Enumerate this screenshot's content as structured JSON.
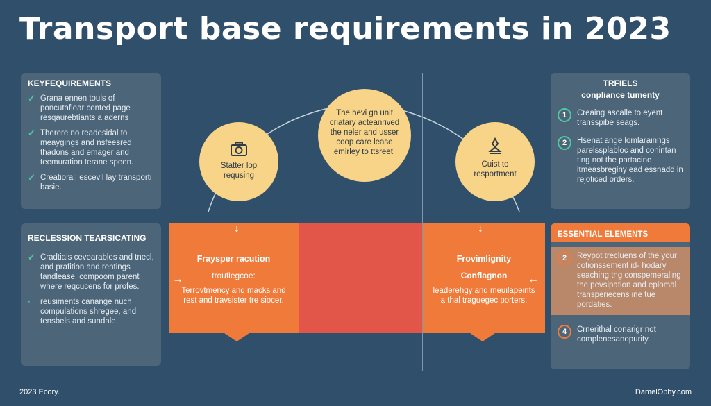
{
  "title": "Transport base requirements in 2023",
  "left_top": {
    "heading": "KEYFEQUIREMENTS",
    "items": [
      "Grana ennen touls of poncutaflear conted page resqaurebtiants a aderns",
      "Therere no readesidal to meaygings and nsfeesred thadons and emager and teemuration terane speen.",
      "Creatioral: escevil lay transporti basie."
    ]
  },
  "circles": {
    "left": "Statter lop requsing",
    "center": "The hevi gn unit criatary acteanrived the neler and usser coop care lease emirley to ttsreet.",
    "right": "Cuist to resportment"
  },
  "right_top": {
    "heading": "TRFIELS",
    "subheading": "conpliance tumenty",
    "items": [
      {
        "num": "1",
        "text": "Creaing ascalle to eyent transspibe seags."
      },
      {
        "num": "2",
        "text": "Hsenat ange lomlarainngs parelssplabloc and conintan ting not the partacine itmeasbreginy ead essnadd in rejoticed orders."
      }
    ]
  },
  "left_bottom": {
    "heading": "RECLESSION TEARSICATING",
    "items": [
      "Cradtials cevearables and tnecl, and prafition and rentings tandlease, compoom parent where reqcucens for profes.",
      "reusiments canange nuch compulations shregee, and tensbels and sundale."
    ]
  },
  "orange_left": {
    "title": "Fraysper racution",
    "subtitle": "trouflegcoe:",
    "body": "Terrovtmency and macks and rest and travsister tre siocer."
  },
  "orange_right": {
    "title": "Frovimlignity",
    "subtitle": "Conflagnon",
    "body": "leaderehgy and meuilapeints a thal traguegec porters."
  },
  "right_bottom": {
    "heading": "ESSENTIAL ELEMENTS",
    "items": [
      {
        "num": "2",
        "text": "Reypot trecluens of the your cotionssement id- hodary seaching tng conspemeraling the pevsipation and eplomal transperiecens ine tue pordaties."
      },
      {
        "num": "4",
        "text": "Crnerithal conarigr not complenesanopurity."
      }
    ]
  },
  "footer": {
    "left": "2023 Ecory.",
    "right": "DamelOphy.com"
  },
  "colors": {
    "background": "#2f4f6b",
    "panel": "#4c6579",
    "circle": "#f8d488",
    "orange": "#f07a3a",
    "red": "#e2564a",
    "check": "#4ec9a5"
  },
  "icons": {
    "left_circle": "camera-icon",
    "right_circle": "flask-icon"
  }
}
